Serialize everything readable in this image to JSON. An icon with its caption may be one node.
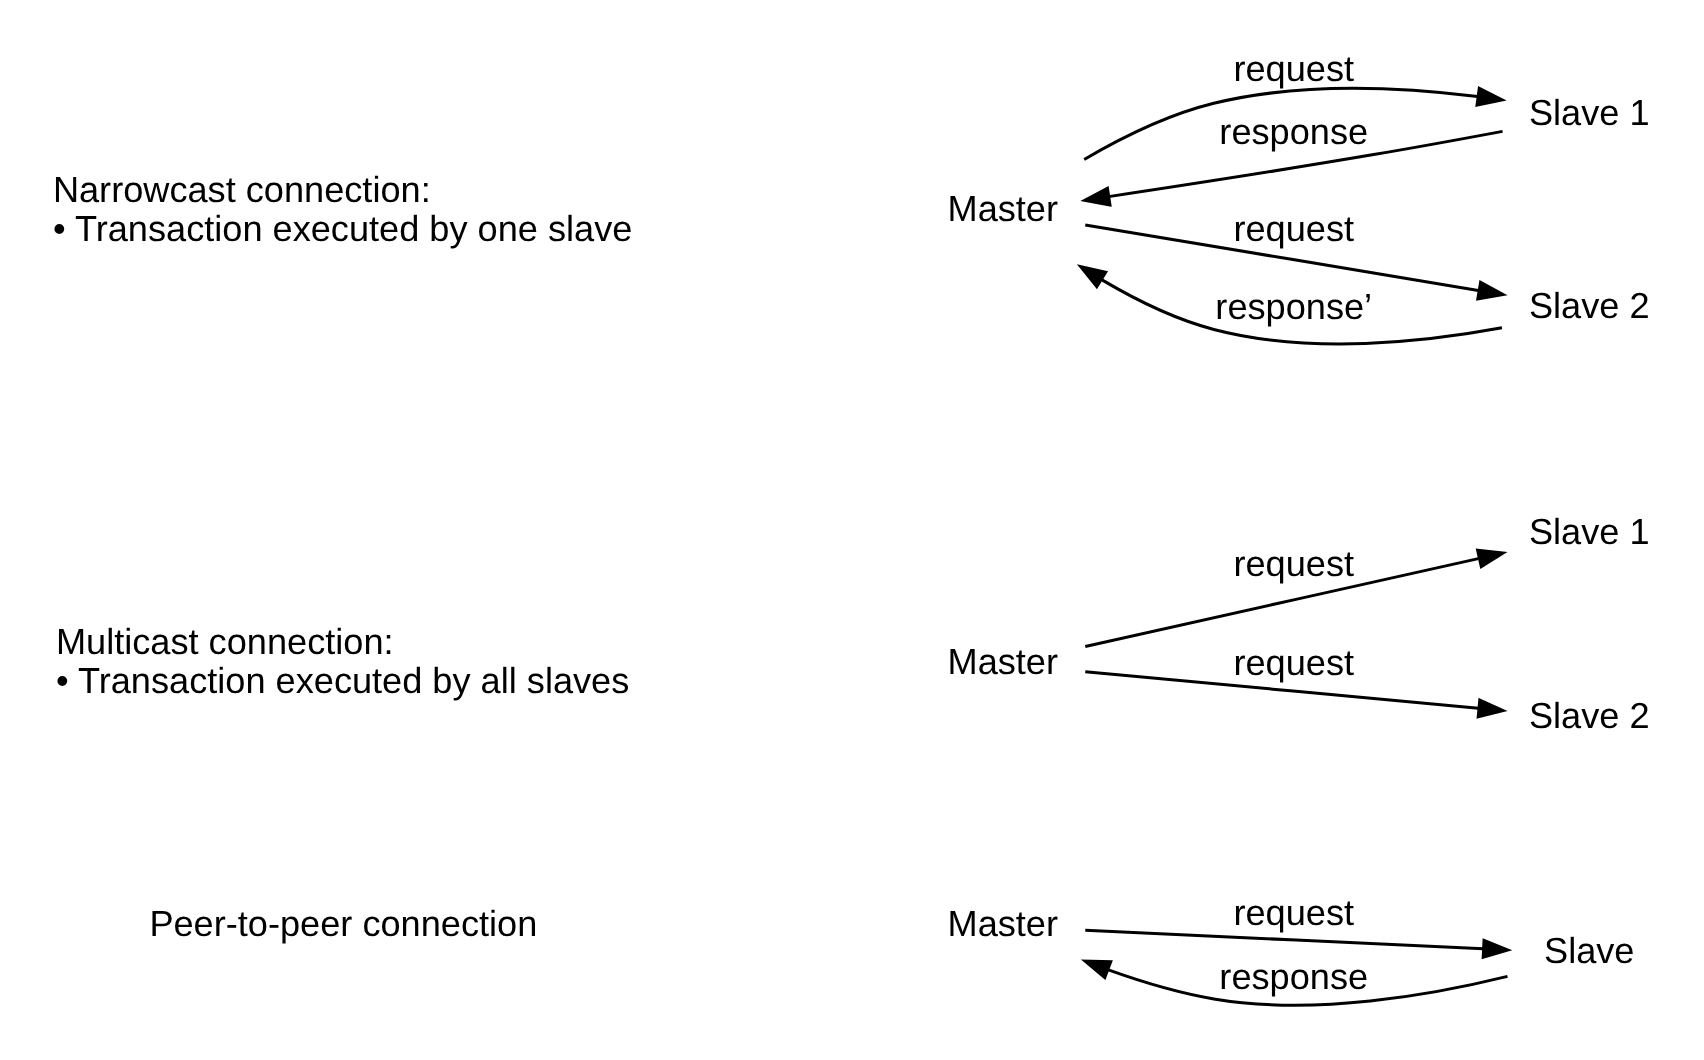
{
  "diagram": {
    "nodes": [
      {
        "text": [
          "Master"
        ]
      },
      {
        "text": [
          "Slave"
        ]
      },
      {
        "text": [
          "Master"
        ]
      },
      {
        "text": [
          "Slave 1"
        ]
      },
      {
        "text": [
          "Slave 2"
        ]
      },
      {
        "text": [
          "Master"
        ]
      },
      {
        "text": [
          "Slave 1"
        ]
      },
      {
        "text": [
          "Slave 2"
        ]
      }
    ],
    "edges": [
      {
        "from": 0,
        "to": 1,
        "arrow": "to",
        "label": "request"
      },
      {
        "from": 1,
        "to": 0,
        "arrow": "to",
        "label": "response"
      },
      {
        "from": 2,
        "to": 3,
        "arrow": "to",
        "label": "request"
      },
      {
        "from": 2,
        "to": 4,
        "arrow": "to",
        "label": "request"
      },
      {
        "from": 5,
        "to": 6,
        "arrow": "to",
        "label": "request"
      },
      {
        "from": 6,
        "to": 5,
        "arrow": "to",
        "label": "response"
      },
      {
        "from": 5,
        "to": 7,
        "arrow": "to",
        "label": "request"
      },
      {
        "from": 7,
        "to": 5,
        "arrow": "to",
        "label": "response’"
      }
    ],
    "labels": [
      "Peer-to-peer connection",
      "Multicast connection:",
      "• Transaction executed by all slaves",
      "Narrowcast connection:",
      "• Transaction executed by one slave"
    ]
  }
}
